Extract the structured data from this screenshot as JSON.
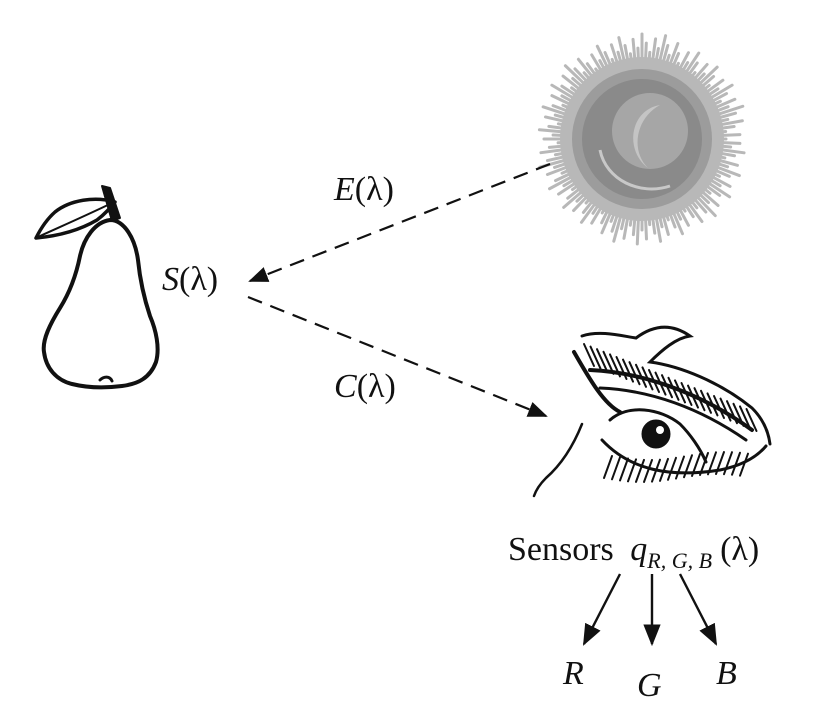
{
  "labels": {
    "illuminant": {
      "symbol": "E",
      "arg": "(λ)"
    },
    "reflectance": {
      "symbol": "S",
      "arg": "(λ)"
    },
    "color_signal": {
      "symbol": "C",
      "arg": "(λ)"
    },
    "sensors": {
      "word": "Sensors",
      "symbol": "q",
      "subscript": "R, G, B",
      "arg": "(λ)"
    },
    "outputs": [
      "R",
      "G",
      "B"
    ]
  },
  "icons": {
    "object": "pear-icon",
    "light_source": "sun-icon",
    "observer": "eye-icon"
  },
  "colors": {
    "ink": "#111111",
    "sun_outer": "#b8b8b8",
    "sun_body": "#8a8a8a",
    "sun_inner": "#a4a4a4"
  }
}
